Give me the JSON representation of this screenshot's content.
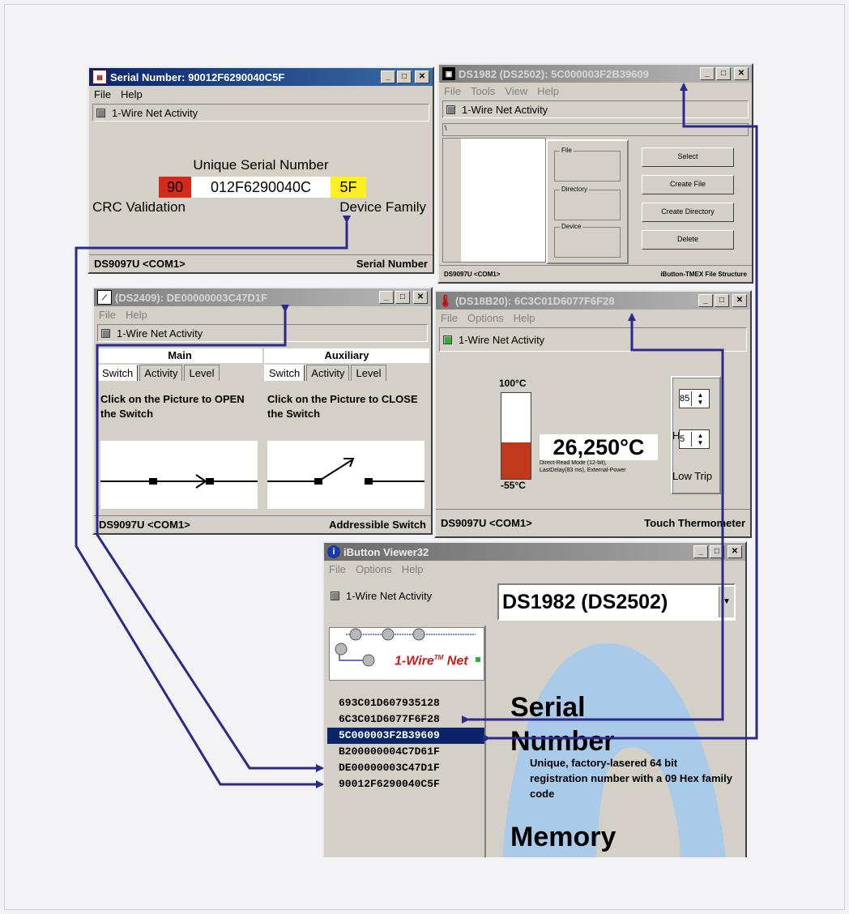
{
  "serial_window": {
    "title": "Serial Number:  90012F6290040C5F",
    "menu": [
      "File",
      "Help"
    ],
    "net_activity": "1-Wire Net Activity",
    "heading": "Unique Serial Number",
    "crc": "90",
    "serial_mid": "012F6290040C",
    "family": "5F",
    "crc_label": "CRC Validation",
    "family_label": "Device Family",
    "status_left": "DS9097U <COM1>",
    "status_right": "Serial Number"
  },
  "ds1982_window": {
    "title": "DS1982 (DS2502):  5C000003F2B39609",
    "menu": [
      "File",
      "Tools",
      "View",
      "Help"
    ],
    "net_activity": "1-Wire Net Activity",
    "path": "\\",
    "groups": [
      "File",
      "Directory",
      "Device"
    ],
    "buttons": [
      "Select",
      "Create File",
      "Create Directory",
      "Delete"
    ],
    "status_left": "DS9097U <COM1>",
    "status_right": "iButton-TMEX File Structure"
  },
  "ds2409_window": {
    "title": "(DS2409):  DE00000003C47D1F",
    "menu": [
      "File",
      "Help"
    ],
    "net_activity": "1-Wire Net Activity",
    "main_heading": "Main",
    "aux_heading": "Auxiliary",
    "tabs": [
      "Switch",
      "Activity",
      "Level"
    ],
    "main_instruction": "Click on the Picture to OPEN the Switch",
    "aux_instruction": "Click on the Picture to CLOSE the Switch",
    "status_left": "DS9097U <COM1>",
    "status_right": "Addressible Switch"
  },
  "ds18b20_window": {
    "title": "(DS18B20):  6C3C01D6077F6F28",
    "menu": [
      "File",
      "Options",
      "Help"
    ],
    "net_activity": "1-Wire Net Activity",
    "therm_max": "100°C",
    "therm_min": "-55°C",
    "therm_level": 0.42,
    "temperature": "26,250°C",
    "mode_line1": "Direct-Read Mode (12-bit),",
    "mode_line2": "LastDelay(83 ms), External-Power",
    "high_value": "85",
    "low_value": "5",
    "hi_label": "H",
    "low_trip_label": "Low Trip",
    "status_left": "DS9097U <COM1>",
    "status_right": "Touch Thermometer"
  },
  "viewer_window": {
    "title": "iButton Viewer32",
    "menu": [
      "File",
      "Options",
      "Help"
    ],
    "net_activity": "1-Wire Net Activity",
    "selected_device": "DS1982 (DS2502)",
    "logo_text": "1-Wire",
    "logo_tm": "TM",
    "logo_net": "Net",
    "devices": [
      "693C01D607935128",
      "6C3C01D6077F6F28",
      "5C000003F2B39609",
      "B200000004C7D61F",
      "DE00000003C47D1F",
      "90012F6290040C5F"
    ],
    "selected_index": 2,
    "info_title_1": "Serial",
    "info_title_2": "Number",
    "info_desc": "Unique, factory-lasered 64 bit registration number with a 09 Hex family code",
    "info_title_3": "Memory"
  },
  "colors": {
    "crc_bg": "#d42a1a",
    "family_bg": "#ffee22",
    "connector": "#2a2a8a",
    "therm_fill": "#c0391b",
    "info_blob": "#a9cbe9"
  }
}
